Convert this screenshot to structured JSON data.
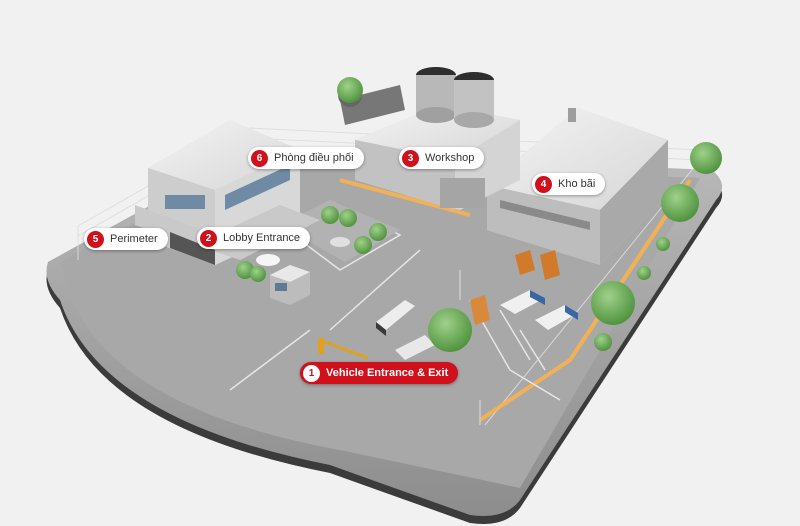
{
  "colors": {
    "accent": "#d0101b",
    "ground": "#9a9a9a",
    "glow": "#ffb347"
  },
  "hotspots": [
    {
      "number": "1",
      "label": "Vehicle Entrance & Exit",
      "active": true
    },
    {
      "number": "2",
      "label": "Lobby Entrance",
      "active": false
    },
    {
      "number": "3",
      "label": "Workshop",
      "active": false
    },
    {
      "number": "4",
      "label": "Kho bãi",
      "active": false
    },
    {
      "number": "5",
      "label": "Perimeter",
      "active": false
    },
    {
      "number": "6",
      "label": "Phòng điều phối",
      "active": false
    }
  ]
}
